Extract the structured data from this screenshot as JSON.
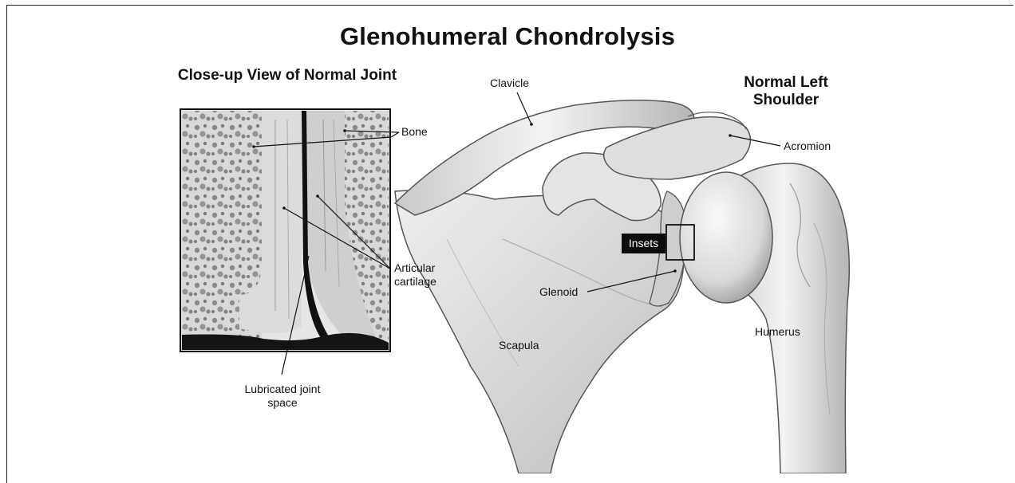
{
  "title": "Glenohumeral Chondrolysis",
  "inset": {
    "heading": "Close-up View of Normal Joint",
    "labels": {
      "bone": "Bone",
      "articular_cartilage": "Articular cartilage",
      "joint_space": "Lubricated joint space"
    }
  },
  "shoulder": {
    "heading": "Normal Left Shoulder",
    "labels": {
      "clavicle": "Clavicle",
      "acromion": "Acromion",
      "glenoid": "Glenoid",
      "scapula": "Scapula",
      "humerus": "Humerus",
      "insets": "Insets"
    }
  }
}
